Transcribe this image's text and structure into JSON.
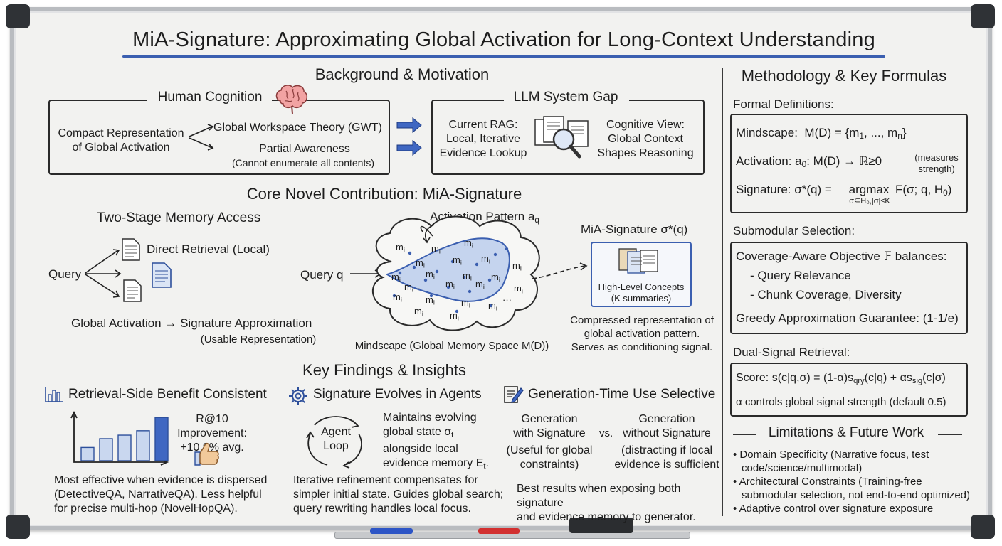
{
  "title": "MiA-Signature: Approximating Global Activation for Long-Context Understanding",
  "colors": {
    "accent_blue": "#3b5fb0",
    "cloud_fill": "#c5d4ee",
    "marker_blue": "#2d55c6",
    "marker_red": "#d23030"
  },
  "background": {
    "heading": "Background & Motivation",
    "human": {
      "heading": "Human Cognition",
      "icon": "brain-icon",
      "left_line1": "Compact Representation",
      "left_line2": "of Global Activation",
      "gwt": "Global Workspace Theory (GWT)",
      "partial": "Partial Awareness",
      "partial_note": "(Cannot enumerate all contents)"
    },
    "llm": {
      "heading": "LLM System Gap",
      "rag_line1": "Current RAG:",
      "rag_line2": "Local, Iterative",
      "rag_line3": "Evidence Lookup",
      "icon": "document-magnifier-icon",
      "cog_line1": "Cognitive View:",
      "cog_line2": "Global Context",
      "cog_line3": "Shapes Reasoning"
    }
  },
  "core": {
    "heading": "Core Novel Contribution: MiA-Signature",
    "two_stage": "Two-Stage Memory Access",
    "query": "Query",
    "direct": "Direct Retrieval (Local)",
    "global_line": "Global Activation → Signature Approximation",
    "usable": "(Usable Representation)",
    "query_q": "Query q",
    "activation_base": "Activation Pattern a",
    "activation_sub": "q",
    "mi": "m",
    "mi_sub": "i",
    "dots": "···",
    "mindscape": "Mindscape (Global Memory Space M(D))",
    "sig_label": "MiA-Signature σ*(q)",
    "high_level_line1": "High-Level Concepts",
    "high_level_line2": "(K summaries)",
    "compressed_line1": "Compressed representation of",
    "compressed_line2": "global activation pattern.",
    "compressed_line3": "Serves as conditioning signal."
  },
  "findings": {
    "heading": "Key Findings & Insights",
    "retrieval": {
      "heading": "Retrieval-Side Benefit Consistent",
      "icon": "bar-chart-icon",
      "improvement_line1": "R@10 Improvement:",
      "improvement_line2": "+10.9% avg.",
      "thumb_icon": "thumbs-up-icon",
      "note_line1": "Most effective when evidence is dispersed",
      "note_line2": "(DetectiveQA, NarrativeQA). Less helpful",
      "note_line3": "for precise multi-hop (NovelHopQA)."
    },
    "agents": {
      "heading": "Signature Evolves in Agents",
      "icon": "gear-icon",
      "loop_line1": "Agent",
      "loop_line2": "Loop",
      "state_line1": "Maintains evolving",
      "state_line2_base": "global state σ",
      "state_line2_sub": "t",
      "state_line3": "alongside local",
      "state_line4_base": "evidence memory E",
      "state_line4_sub": "t",
      "state_line4_end": ".",
      "note_line1": "Iterative refinement compensates for",
      "note_line2": "simpler initial state. Guides global search;",
      "note_line3": "query rewriting handles local focus."
    },
    "generation": {
      "heading": "Generation-Time Use Selective",
      "icon": "edit-note-icon",
      "with_line1": "Generation",
      "with_line2": "with Signature",
      "with_line3": "(Useful for global",
      "with_line4": "constraints)",
      "vs": "vs.",
      "without_line1": "Generation",
      "without_line2": "without Signature",
      "without_line3": "(distracting if local",
      "without_line4": "evidence is sufficient",
      "note_line1": "Best results when exposing both signature",
      "note_line2": "and evidence memory to generator."
    },
    "bar_chart": {
      "values": [
        0.3,
        0.5,
        0.58,
        0.68,
        0.98
      ],
      "highlight_index": 4
    }
  },
  "methodology": {
    "heading": "Methodology & Key Formulas",
    "formal": {
      "heading": "Formal Definitions:",
      "mindscape_label": "Mindscape:",
      "mindscape_formula_a": "M(D) = {m",
      "mindscape_sub1": "1",
      "mindscape_formula_b": ", ..., m",
      "mindscape_sub2": "n",
      "mindscape_formula_c": "}",
      "activation_label": "Activation: a",
      "activation_sub": "0",
      "activation_formula": ": M(D) → ℝ≥0",
      "activation_note_line1": "(measures",
      "activation_note_line2": "strength)",
      "signature_label": "Signature: σ*(q) =",
      "argmax": "argmax",
      "argmax_sub": "σ⊆H₀,|σ|≤K",
      "signature_formula_a": "F(σ; q, H",
      "signature_formula_sub": "0",
      "signature_formula_b": ")"
    },
    "submodular": {
      "heading": "Submodular Selection:",
      "line1": "Coverage-Aware Objective 𝔽 balances:",
      "line2": "- Query Relevance",
      "line3": "- Chunk Coverage, Diversity",
      "line4": "Greedy Approximation Guarantee: (1-1/e)"
    },
    "dual": {
      "heading": "Dual-Signal Retrieval:",
      "score_a": "Score: s(c|q,σ) = (1-α)s",
      "score_sub1": "qry",
      "score_b": "(c|q) + αs",
      "score_sub2": "sig",
      "score_c": "(c|σ)",
      "alpha_line": "α controls global signal strength (default 0.5)"
    },
    "limitations": {
      "heading": "Limitations & Future Work",
      "items": [
        "Domain Specificity (Narrative focus, test",
        "code/science/multimodal)",
        "Architectural Constraints (Training-free",
        "submodular selection, not end-to-end optimized)",
        "Adaptive control over signature exposure"
      ]
    }
  }
}
